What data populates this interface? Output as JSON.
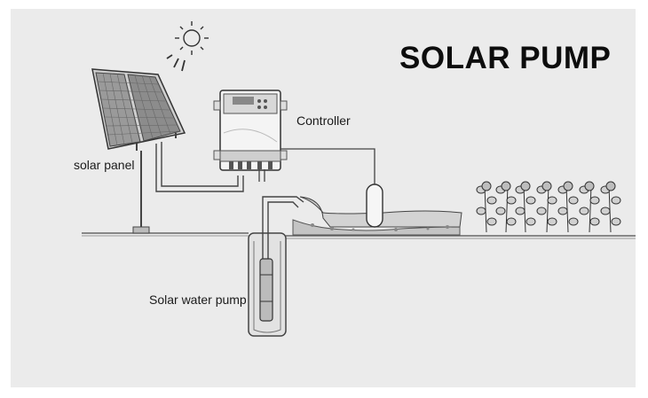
{
  "diagram": {
    "title": "SOLAR PUMP",
    "labels": {
      "controller": "Controller",
      "solar_panel": "solar panel",
      "solar_water_pump": "Solar water pump"
    },
    "icons": {
      "sun": "sun-icon",
      "panel": "solar-panel-icon",
      "controller": "controller-box-icon",
      "pump": "submersible-pump-icon",
      "tank": "float-switch-icon",
      "crops": "crop-plants-icon"
    },
    "colors": {
      "background": "#ebebeb",
      "ink": "#1a1a1a",
      "line": "#555555"
    }
  }
}
